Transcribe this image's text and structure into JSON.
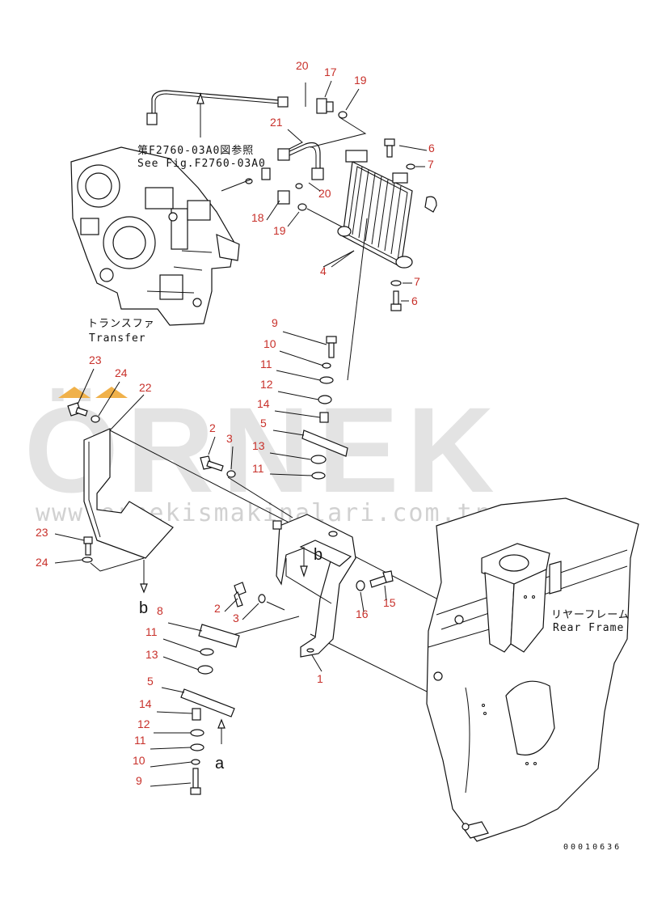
{
  "watermark": {
    "brand": "ÖRNEK",
    "url": "www.ornekismakinalari.com.tr",
    "accent_color": "#f0b14a"
  },
  "labels": {
    "see_fig_jp": "第F2760-03A0図参照",
    "see_fig_en": "See Fig.F2760-03A0",
    "transfer_jp": "トランスファ",
    "transfer_en": "Transfer",
    "rear_frame_jp": "リヤーフレーム",
    "rear_frame_en": "Rear Frame",
    "view_a": "a",
    "view_b": "b",
    "drawing_number": "00010636"
  },
  "callouts": [
    "20",
    "17",
    "19",
    "21",
    "6",
    "7",
    "20",
    "18",
    "19",
    "4",
    "7",
    "6",
    "9",
    "10",
    "11",
    "12",
    "14",
    "5",
    "13",
    "11",
    "23",
    "24",
    "22",
    "2",
    "3",
    "23",
    "24",
    "b",
    "2",
    "3",
    "15",
    "16",
    "8",
    "11",
    "13",
    "5",
    "14",
    "12",
    "11",
    "10",
    "9",
    "1"
  ],
  "colors": {
    "callout": "#c8302a",
    "line": "#111111"
  }
}
